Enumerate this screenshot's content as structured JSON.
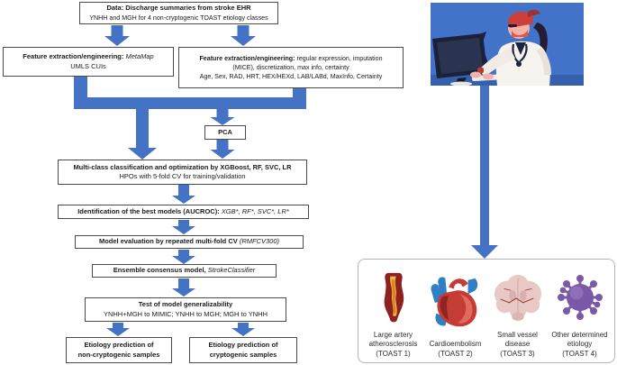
{
  "colors": {
    "accent_blue": "#4472C4",
    "box_border": "#4a4a4a",
    "toast_border": "#b5b5b5",
    "doctor_bg": "#4273c8",
    "artery_red": "#8e2120",
    "plaque_yellow": "#f0b93c",
    "heart_red": "#c53c34",
    "vessel_blue": "#2f7fc4",
    "brain_pink": "#e8c9c6",
    "virus_purple": "#7b58a8"
  },
  "flow": {
    "data_box": {
      "l1": "Data: Discharge summaries from stroke EHR",
      "l2": "YNHH and MGH for 4 non-cryptogenic TOAST etiology classes"
    },
    "feat_metamap": {
      "l1b": "Feature extraction/engineering:",
      "l1i": "MetaMap",
      "l2": "UMLS CUIs"
    },
    "feat_regex": {
      "l1b": "Feature extraction/engineering:",
      "l1r": "regular expression, imputation",
      "l2": "(MICE), discretization, max info, certainty",
      "l3": "Age, Sex, RAD, HRT, HEX/HEXd, LAB/LABd, MaxInfo, Certainty"
    },
    "pca": {
      "label": "PCA"
    },
    "multiclass": {
      "l1": "Multi-class classification and optimization by XGBoost, RF, SVC, LR",
      "l2": "HPOs with 5-fold CV for training/validation"
    },
    "best_models": {
      "b": "Identification of the best models (AUCROC):",
      "i": "XGB*, RF*, SVC*, LR*"
    },
    "evaluation": {
      "b": "Model evaluation by repeated multi-fold CV",
      "i": "(RMFCV300)"
    },
    "ensemble": {
      "b": "Ensemble consensus model,",
      "i": "StrokeClassifier"
    },
    "generalizability": {
      "l1": "Test of model generalizability",
      "l2": "YNHH+MGH to MIMIC; YNHH to MGH; MGH to YNHH"
    },
    "pred_noncrypto": {
      "l1": "Etiology prediction of",
      "l2": "non-cryptogenic samples"
    },
    "pred_crypto": {
      "l1": "Etiology prediction of",
      "l2": "cryptogenic samples"
    }
  },
  "illustration": {
    "name": "clinician-typing-at-computer"
  },
  "toast": {
    "items": [
      {
        "icon": "artery-icon",
        "l1": "Large artery",
        "l2": "atherosclerosis",
        "l3": "(TOAST 1)"
      },
      {
        "icon": "heart-icon",
        "l1": "Cardioembolism",
        "l2": "(TOAST 2)",
        "l3": ""
      },
      {
        "icon": "brain-icon",
        "l1": "Small vessel",
        "l2": "disease",
        "l3": "(TOAST 3)"
      },
      {
        "icon": "virus-icon",
        "l1": "Other determined",
        "l2": "etiology",
        "l3": "(TOAST 4)"
      }
    ]
  }
}
